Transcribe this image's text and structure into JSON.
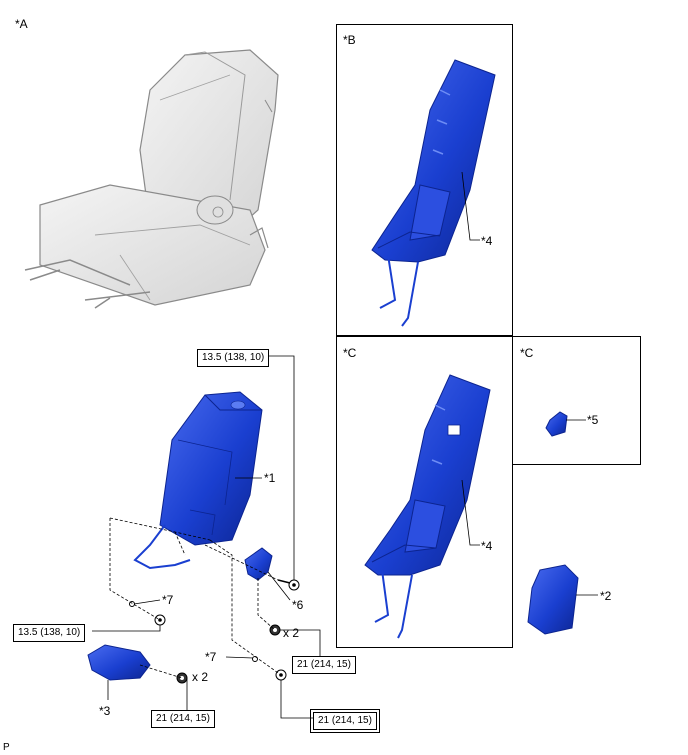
{
  "views": {
    "a": "*A",
    "b": "*B",
    "c_main": "*C",
    "c_side": "*C"
  },
  "parts": {
    "p1": "*1",
    "p2": "*2",
    "p3": "*3",
    "p4_b": "*4",
    "p4_c": "*4",
    "p5": "*5",
    "p6": "*6",
    "p7_left": "*7",
    "p7_right": "*7"
  },
  "torque": {
    "t_top": "13.5 (138, 10)",
    "t_left": "13.5 (138, 10)",
    "t_mid": "21 (214, 15)",
    "t_bottom_left": "21 (214, 15)",
    "t_bottom_right": "21 (214, 15)"
  },
  "quantities": {
    "q_mid": "x 2",
    "q_bottom": "x 2"
  },
  "corner_mark": "P",
  "colors": {
    "part_blue": "#1a3fd0",
    "part_blue_dark": "#0c2490",
    "seat_gray": "#e6e6e6",
    "seat_line": "#8a8a8a"
  }
}
